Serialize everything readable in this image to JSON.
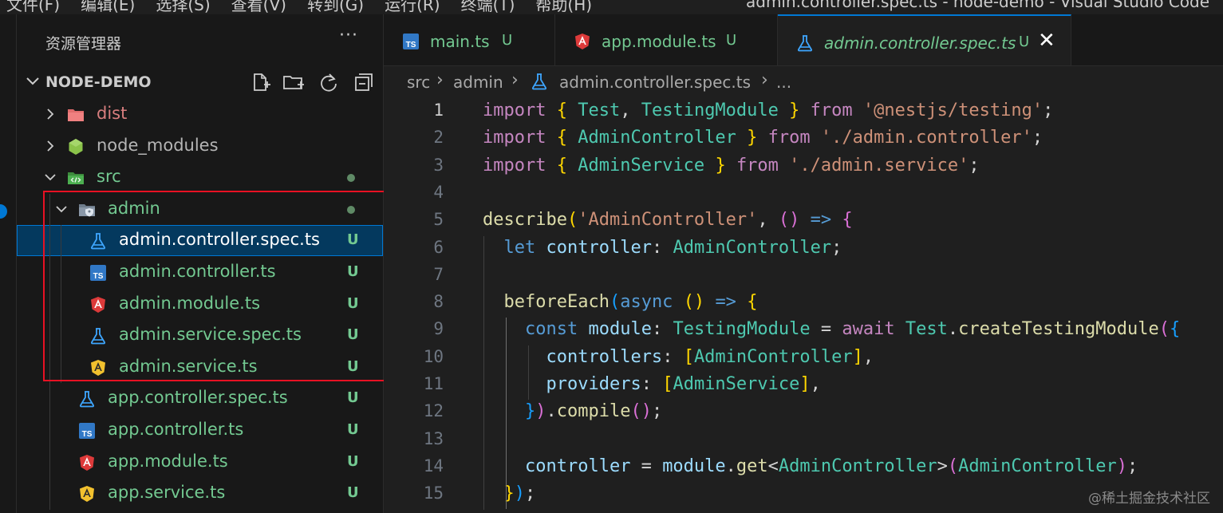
{
  "menubar": {
    "items": [
      "文件(F)",
      "编辑(E)",
      "选择(S)",
      "查看(V)",
      "转到(G)",
      "运行(R)",
      "终端(T)",
      "帮助(H)"
    ],
    "window_title": "admin.controller.spec.ts - node-demo - Visual Studio Code"
  },
  "sidebar": {
    "title": "资源管理器",
    "more": "···",
    "section_title": "NODE-DEMO",
    "actions": [
      "new-file-icon",
      "new-folder-icon",
      "refresh-icon",
      "collapse-all-icon"
    ],
    "tree": [
      {
        "label": "dist",
        "type": "folder",
        "expanded": false,
        "depth": 0,
        "icon": "folder-dist-icon",
        "color": "#d87e7e",
        "status": ""
      },
      {
        "label": "node_modules",
        "type": "folder",
        "expanded": false,
        "depth": 0,
        "icon": "folder-node-icon",
        "color": "#b5b5b5",
        "status": ""
      },
      {
        "label": "src",
        "type": "folder",
        "expanded": true,
        "depth": 0,
        "icon": "folder-src-icon",
        "color": "#73c991",
        "status": "dot"
      },
      {
        "label": "admin",
        "type": "folder",
        "expanded": true,
        "depth": 1,
        "icon": "folder-admin-icon",
        "color": "#73c991",
        "status": "dot"
      },
      {
        "label": "admin.controller.spec.ts",
        "type": "file",
        "depth": 2,
        "icon": "test-flask-icon",
        "color": "#ffffff",
        "status": "U",
        "selected": true
      },
      {
        "label": "admin.controller.ts",
        "type": "file",
        "depth": 2,
        "icon": "typescript-icon",
        "color": "#73c991",
        "status": "U"
      },
      {
        "label": "admin.module.ts",
        "type": "file",
        "depth": 2,
        "icon": "angular-module-icon",
        "color": "#73c991",
        "status": "U"
      },
      {
        "label": "admin.service.spec.ts",
        "type": "file",
        "depth": 2,
        "icon": "test-flask-icon",
        "color": "#73c991",
        "status": "U"
      },
      {
        "label": "admin.service.ts",
        "type": "file",
        "depth": 2,
        "icon": "angular-service-icon",
        "color": "#73c991",
        "status": "U"
      },
      {
        "label": "app.controller.spec.ts",
        "type": "file",
        "depth": 1,
        "icon": "test-flask-icon",
        "color": "#73c991",
        "status": "U"
      },
      {
        "label": "app.controller.ts",
        "type": "file",
        "depth": 1,
        "icon": "typescript-icon",
        "color": "#73c991",
        "status": "U"
      },
      {
        "label": "app.module.ts",
        "type": "file",
        "depth": 1,
        "icon": "angular-module-icon",
        "color": "#73c991",
        "status": "U"
      },
      {
        "label": "app.service.ts",
        "type": "file",
        "depth": 1,
        "icon": "angular-service-icon",
        "color": "#73c991",
        "status": "U"
      }
    ]
  },
  "tabs": [
    {
      "label": "main.ts",
      "status": "U",
      "icon": "typescript-icon",
      "active": false
    },
    {
      "label": "app.module.ts",
      "status": "U",
      "icon": "angular-module-icon",
      "active": false
    },
    {
      "label": "admin.controller.spec.ts",
      "status": "U",
      "icon": "test-flask-icon",
      "active": true,
      "close": "✕"
    }
  ],
  "breadcrumb": {
    "parts": [
      "src",
      "admin",
      "admin.controller.spec.ts",
      "..."
    ],
    "separator": "›"
  },
  "code": {
    "current_line": 1,
    "lines": [
      {
        "n": "1",
        "tokens": [
          [
            "kw2",
            "import"
          ],
          [
            "pl",
            " "
          ],
          [
            "br1",
            "{"
          ],
          [
            "pl",
            " "
          ],
          [
            "ty",
            "Test"
          ],
          [
            "pl",
            ", "
          ],
          [
            "ty",
            "TestingModule"
          ],
          [
            "pl",
            " "
          ],
          [
            "br1",
            "}"
          ],
          [
            "pl",
            " "
          ],
          [
            "kw2",
            "from"
          ],
          [
            "pl",
            " "
          ],
          [
            "str",
            "'@nestjs/testing'"
          ],
          [
            "pl",
            ";"
          ]
        ]
      },
      {
        "n": "2",
        "tokens": [
          [
            "kw2",
            "import"
          ],
          [
            "pl",
            " "
          ],
          [
            "br1",
            "{"
          ],
          [
            "pl",
            " "
          ],
          [
            "ty",
            "AdminController"
          ],
          [
            "pl",
            " "
          ],
          [
            "br1",
            "}"
          ],
          [
            "pl",
            " "
          ],
          [
            "kw2",
            "from"
          ],
          [
            "pl",
            " "
          ],
          [
            "str",
            "'./admin.controller'"
          ],
          [
            "pl",
            ";"
          ]
        ]
      },
      {
        "n": "3",
        "tokens": [
          [
            "kw2",
            "import"
          ],
          [
            "pl",
            " "
          ],
          [
            "br1",
            "{"
          ],
          [
            "pl",
            " "
          ],
          [
            "ty",
            "AdminService"
          ],
          [
            "pl",
            " "
          ],
          [
            "br1",
            "}"
          ],
          [
            "pl",
            " "
          ],
          [
            "kw2",
            "from"
          ],
          [
            "pl",
            " "
          ],
          [
            "str",
            "'./admin.service'"
          ],
          [
            "pl",
            ";"
          ]
        ]
      },
      {
        "n": "4",
        "tokens": []
      },
      {
        "n": "5",
        "tokens": [
          [
            "fn",
            "describe"
          ],
          [
            "br1",
            "("
          ],
          [
            "str",
            "'AdminController'"
          ],
          [
            "pl",
            ", "
          ],
          [
            "br2",
            "()"
          ],
          [
            "pl",
            " "
          ],
          [
            "kw",
            "=>"
          ],
          [
            "pl",
            " "
          ],
          [
            "br2",
            "{"
          ]
        ]
      },
      {
        "n": "6",
        "tokens": [
          [
            "pl",
            "  "
          ],
          [
            "kw",
            "let"
          ],
          [
            "pl",
            " "
          ],
          [
            "var",
            "controller"
          ],
          [
            "pl",
            ": "
          ],
          [
            "ty",
            "AdminController"
          ],
          [
            "pl",
            ";"
          ]
        ]
      },
      {
        "n": "7",
        "tokens": []
      },
      {
        "n": "8",
        "tokens": [
          [
            "pl",
            "  "
          ],
          [
            "fn",
            "beforeEach"
          ],
          [
            "br3",
            "("
          ],
          [
            "kw",
            "async"
          ],
          [
            "pl",
            " "
          ],
          [
            "br1",
            "()"
          ],
          [
            "pl",
            " "
          ],
          [
            "kw",
            "=>"
          ],
          [
            "pl",
            " "
          ],
          [
            "br1",
            "{"
          ]
        ]
      },
      {
        "n": "9",
        "tokens": [
          [
            "pl",
            "    "
          ],
          [
            "kw",
            "const"
          ],
          [
            "pl",
            " "
          ],
          [
            "var",
            "module"
          ],
          [
            "pl",
            ": "
          ],
          [
            "ty",
            "TestingModule"
          ],
          [
            "pl",
            " = "
          ],
          [
            "kw2",
            "await"
          ],
          [
            "pl",
            " "
          ],
          [
            "ty",
            "Test"
          ],
          [
            "pl",
            "."
          ],
          [
            "fn",
            "createTestingModule"
          ],
          [
            "br2",
            "("
          ],
          [
            "br3",
            "{"
          ]
        ]
      },
      {
        "n": "10",
        "tokens": [
          [
            "pl",
            "      "
          ],
          [
            "var",
            "controllers"
          ],
          [
            "pl",
            ": "
          ],
          [
            "br1",
            "["
          ],
          [
            "ty",
            "AdminController"
          ],
          [
            "br1",
            "]"
          ],
          [
            "pl",
            ","
          ]
        ]
      },
      {
        "n": "11",
        "tokens": [
          [
            "pl",
            "      "
          ],
          [
            "var",
            "providers"
          ],
          [
            "pl",
            ": "
          ],
          [
            "br1",
            "["
          ],
          [
            "ty",
            "AdminService"
          ],
          [
            "br1",
            "]"
          ],
          [
            "pl",
            ","
          ]
        ]
      },
      {
        "n": "12",
        "tokens": [
          [
            "pl",
            "    "
          ],
          [
            "br3",
            "}"
          ],
          [
            "br2",
            ")"
          ],
          [
            "pl",
            "."
          ],
          [
            "fn",
            "compile"
          ],
          [
            "br2",
            "()"
          ],
          [
            "pl",
            ";"
          ]
        ]
      },
      {
        "n": "13",
        "tokens": []
      },
      {
        "n": "14",
        "tokens": [
          [
            "pl",
            "    "
          ],
          [
            "var",
            "controller"
          ],
          [
            "pl",
            " = "
          ],
          [
            "var",
            "module"
          ],
          [
            "pl",
            "."
          ],
          [
            "fn",
            "get"
          ],
          [
            "pl",
            "<"
          ],
          [
            "ty",
            "AdminController"
          ],
          [
            "pl",
            ">"
          ],
          [
            "br2",
            "("
          ],
          [
            "ty",
            "AdminController"
          ],
          [
            "br2",
            ")"
          ],
          [
            "pl",
            ";"
          ]
        ]
      },
      {
        "n": "15",
        "tokens": [
          [
            "pl",
            "  "
          ],
          [
            "br1",
            "}"
          ],
          [
            "br3",
            ")"
          ],
          [
            "pl",
            ";"
          ]
        ]
      }
    ]
  },
  "watermark": "@稀土掘金技术社区"
}
